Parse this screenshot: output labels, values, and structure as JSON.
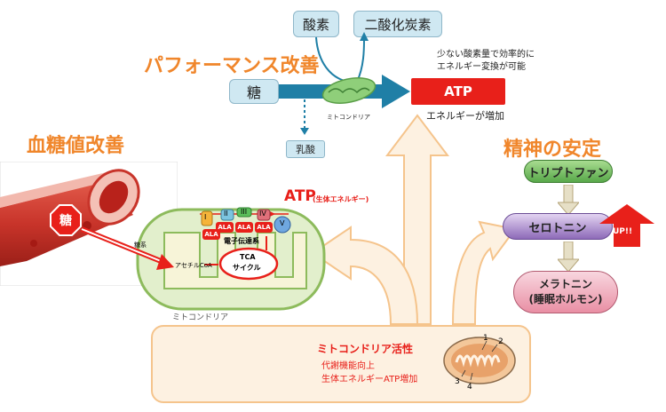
{
  "top": {
    "oxygen": "酸素",
    "co2": "二酸化炭素",
    "performance_title": "パフォーマンス改善",
    "note_line1": "少ない酸素量で効率的に",
    "note_line2": "エネルギー変換が可能",
    "sugar": "糖",
    "atp": "ATP",
    "mito_small": "ミトコンドリア",
    "energy_up": "エネルギーが増加",
    "lactate": "乳酸"
  },
  "left": {
    "title": "血糖値改善",
    "sugar": "糖"
  },
  "center": {
    "atp_label": "ATP",
    "atp_sub": "(生体エネルギー)",
    "complexes": [
      "I",
      "II",
      "III",
      "IV",
      "V"
    ],
    "ala": [
      "ALA",
      "ALA",
      "ALA",
      "ALA"
    ],
    "etc": "電子伝達系",
    "side_label": "糖系",
    "acetyl": "アセチルCoA",
    "tca_line1": "TCA",
    "tca_line2": "サイクル",
    "mito_label": "ミトコンドリア"
  },
  "right": {
    "title": "精神の安定",
    "tryptophan": "トリプトファン",
    "serotonin": "セロトニン",
    "up": "UP!!",
    "melatonin_line1": "メラトニン",
    "melatonin_line2": "(睡眠ホルモン)"
  },
  "bottom": {
    "title": "ミトコンドリア活性",
    "line1": "代謝機能向上",
    "line2": "生体エネルギーATP増加",
    "nums": [
      "1",
      "2",
      "3",
      "4"
    ]
  },
  "colors": {
    "orange": "#f0862b",
    "red": "#e8201a",
    "blue_arrow": "#1f7fa6",
    "mito_green": "#8fcf7a",
    "light_blue": "#cfe8f2",
    "purple": "#8d6ab8",
    "green_pill": "#58a84a",
    "pink": "#e98fa4"
  }
}
